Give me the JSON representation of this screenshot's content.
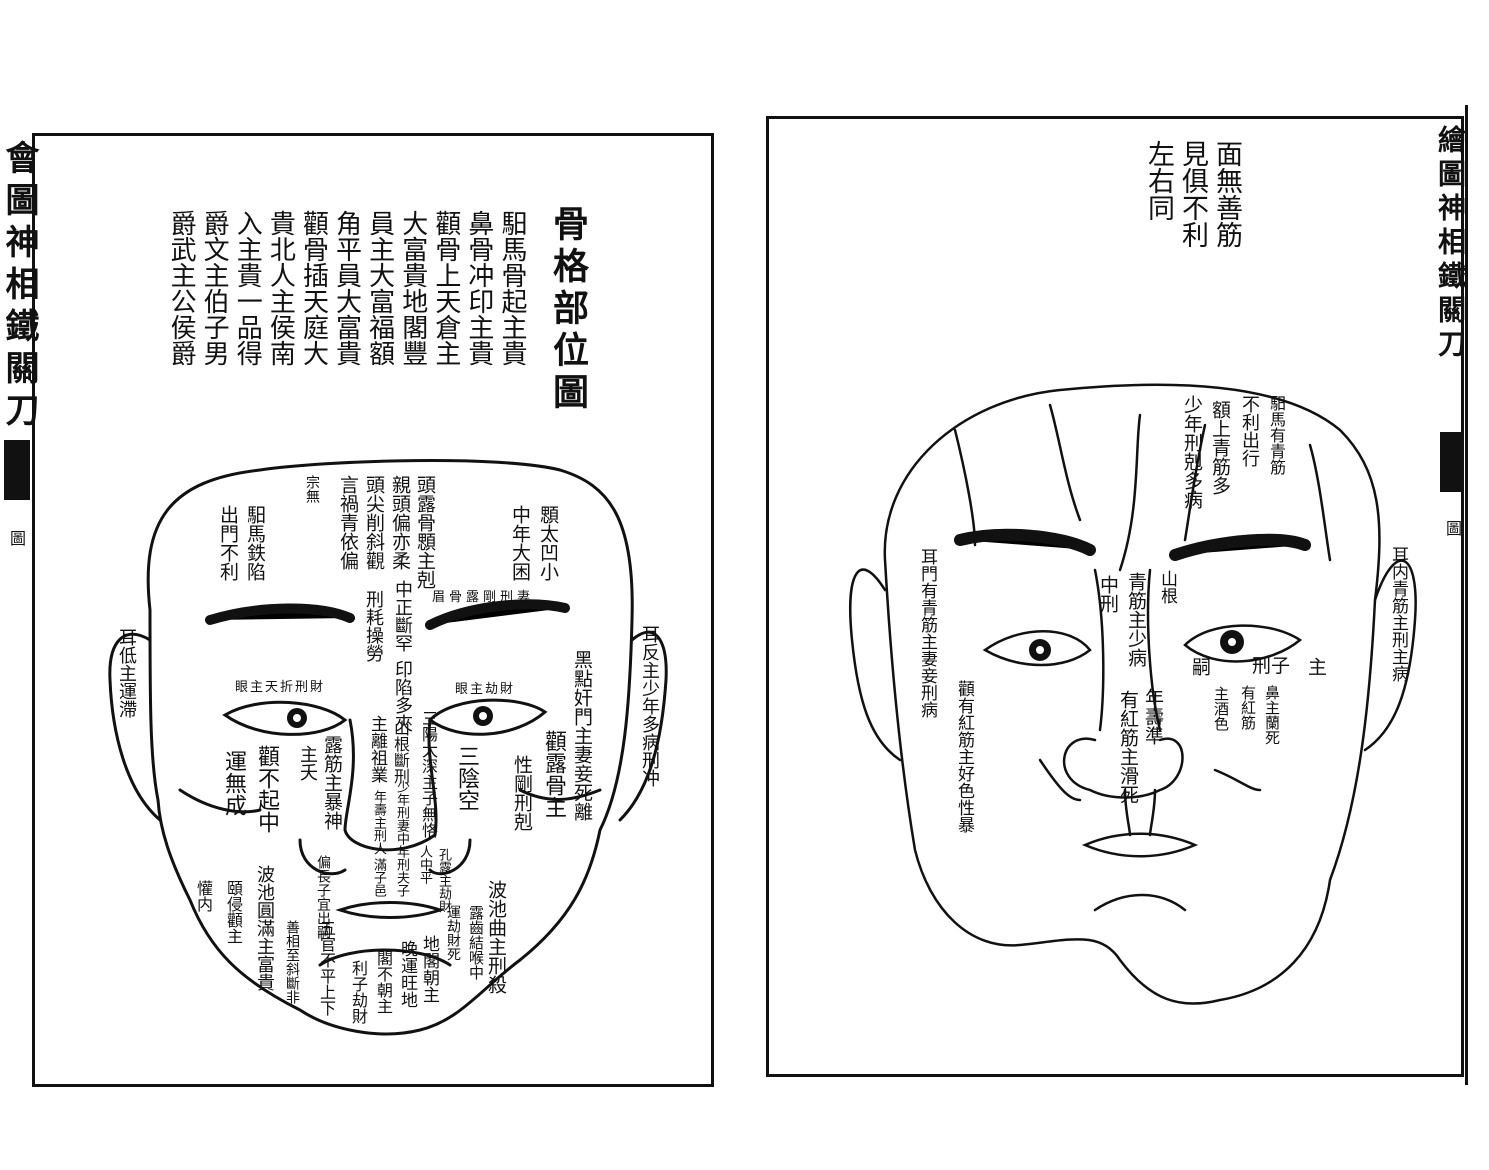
{
  "left_page": {
    "spine_title": "會圖神相鐵關刀",
    "spine_sub": "圖",
    "heading": "骨格部位圖",
    "intro_columns": [
      "馹馬骨起主貴",
      "鼻骨冲印主貴",
      "顴骨上天倉主",
      "大富貴地閣豐",
      "員主大富福額",
      "角平員大富貴",
      "顴骨插天庭大",
      "貴北人主侯南",
      "入主貴一品得",
      "爵文主伯子男",
      "爵武主公侯爵"
    ],
    "face_labels": {
      "l1": "顋太凹小",
      "l2": "中年大困",
      "l3": "頭露骨顋主剋",
      "l4": "親頭偏亦柔",
      "l5": "頭尖削斜觀",
      "l6": "言禍青依偏",
      "l7": "宗無",
      "l8": "馹馬鉄陷",
      "l9": "出門不利",
      "l10": "眉骨露剛刑妻",
      "l11": "中正斷罕",
      "l12": "刑耗操勞",
      "l13": "印陷多夾",
      "l14": "主離祖業",
      "l15": "耳反主少年多病刑冲",
      "l16": "黑點奸門主妻妾死離",
      "l17": "顴露骨主",
      "l18": "性剛刑剋",
      "l19": "耳低主運滯",
      "l20": "眼主天折刑財",
      "l21": "眼主劫財",
      "l22": "顴不起中",
      "l23": "運無成",
      "l24": "主夭",
      "l25": "露筋主暴神",
      "l26": "山根斷刑",
      "l27": "三陽太深主子無恪",
      "l28": "三陰空",
      "l29": "少年刑妻中年刑夫子",
      "l30": "年壽主刑人",
      "l31": "人中平",
      "l32": "孔露主劫財",
      "l33": "波池曲主刑殺",
      "l34": "滿子邑",
      "l35": "偏長子宜出嗣",
      "l36": "運劫財死",
      "l37": "露齒結喉中",
      "l38": "地閣朝主",
      "l39": "晚運旺地",
      "l40": "閣不朝主",
      "l41": "利子劫財",
      "l42": "五官不平上下",
      "l43": "善相至斜斷非",
      "l44": "波池圓滿主富貴",
      "l45": "頤侵顴主",
      "l46": "懽内"
    }
  },
  "right_page": {
    "spine_title": "繪圖神相鐵關刀",
    "spine_sub": "圖",
    "intro_columns": [
      "面無善筋",
      "見俱不利",
      "左右同"
    ],
    "face_labels": {
      "r1": "馹馬有青筋",
      "r2": "不利出行",
      "r3": "額上青筋多",
      "r4": "少年刑剋多病",
      "r5": "山根",
      "r6": "青筋主少病",
      "r7": "中刑",
      "r8": "耳門有青筋主妻妾刑病",
      "r9": "耳内青筋主刑主病",
      "r10": "主",
      "r11": "刑子",
      "r12": "嗣",
      "r13": "鼻主蘭死",
      "r14": "有紅筋",
      "r15": "主酒色",
      "r16": "年壽準",
      "r17": "有紅筋主滑死",
      "r18": "顴有紅筋主好色性暴"
    }
  }
}
